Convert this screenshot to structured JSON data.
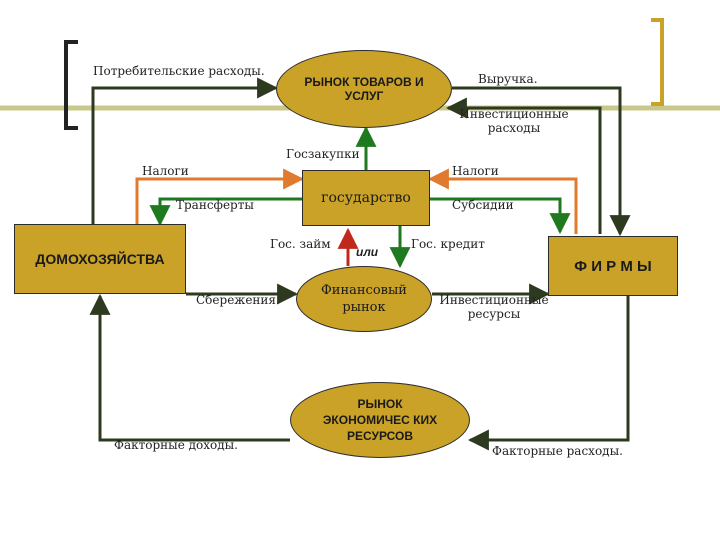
{
  "nodes": {
    "goods_market": "РЫНОК ТОВАРОВ И УСЛУГ",
    "government": "государство",
    "households": "ДОМОХОЗЯЙСТВА",
    "firms": "Ф И Р М Ы",
    "financial_market": "Финансовый рынок",
    "resource_market": "РЫНОК ЭКОНОМИЧЕС КИХ РЕСУРСОВ"
  },
  "labels": {
    "consumer_spending": "Потребительские расходы.",
    "revenue": "Выручка.",
    "investment_spending": "Инвестиционные расходы",
    "gov_purchases": "Госзакупки",
    "taxes_left": "Налоги",
    "taxes_right": "Налоги",
    "transfers": "Трансферты",
    "subsidies": "Субсидии",
    "gov_loan": "Гос. займ",
    "or": "или",
    "gov_credit": "Гос. кредит",
    "savings": "Сбережения.",
    "investment_resources": "Инвестиционные ресурсы",
    "factor_income": "Факторные доходы.",
    "factor_costs": "Факторные расходы."
  },
  "colors": {
    "node_fill": "#c9a227",
    "flow_dark": "#2e3a1f",
    "flow_orange": "#e07a2e",
    "flow_green": "#1f7a1f",
    "flow_red": "#c0281c",
    "accent_line": "#c8c88a",
    "bracket_dark": "#222222",
    "bracket_gold": "#c9a227"
  }
}
